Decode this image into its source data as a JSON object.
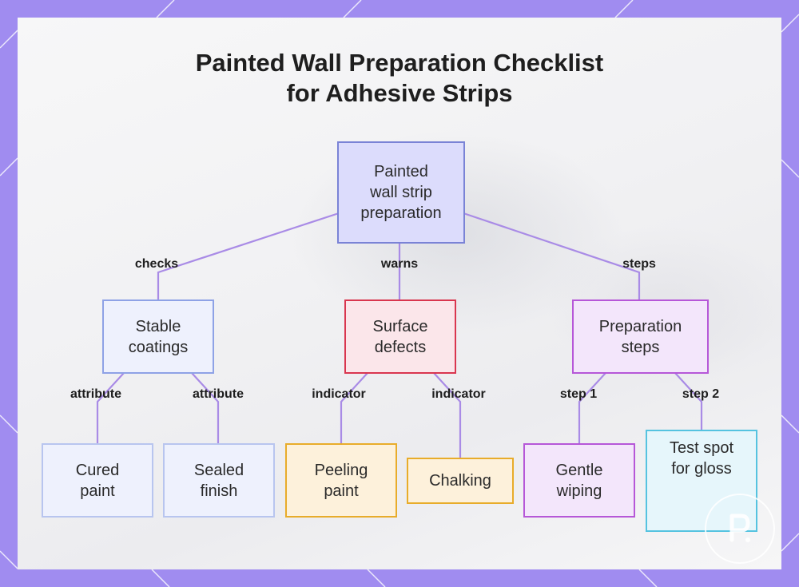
{
  "title": {
    "line1": "Painted Wall Preparation Checklist",
    "line2": "for Adhesive Strips"
  },
  "nodes": {
    "root": "Painted\nwall strip\npreparation",
    "stable_coatings": "Stable\ncoatings",
    "surface_defects": "Surface\ndefects",
    "preparation_steps": "Preparation\nsteps",
    "cured_paint": "Cured\npaint",
    "sealed_finish": "Sealed\nfinish",
    "peeling_paint": "Peeling\npaint",
    "chalking": "Chalking",
    "gentle_wiping": "Gentle\nwiping",
    "test_spot": "Test spot\nfor gloss"
  },
  "edges": {
    "checks": "checks",
    "warns": "warns",
    "steps": "steps",
    "attribute_1": "attribute",
    "attribute_2": "attribute",
    "indicator_1": "indicator",
    "indicator_2": "indicator",
    "step_1": "step 1",
    "step_2": "step 2"
  },
  "colors": {
    "frame": "#a08cf0",
    "edge": "#a98be6",
    "root": "#7a83d6",
    "surface_defects": "#d9364f",
    "peeling_chalking": "#e8ac2a",
    "preparation": "#b657d8",
    "test_spot": "#55c3e0"
  },
  "logo": {
    "icon": "watermark-logo"
  }
}
